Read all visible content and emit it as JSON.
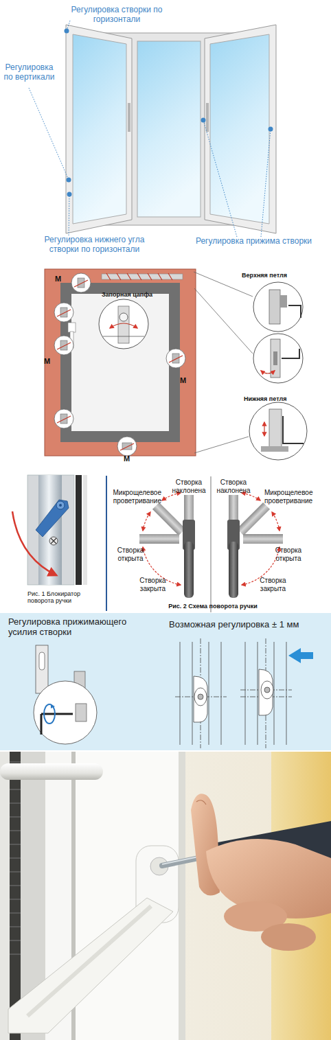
{
  "diagram": {
    "nodes": [
      {
        "text": [
          "Регулировка прижимающего усилия створки",
          "Возможная регулировка ± 1 мм"
        ]
      }
    ],
    "labels": [
      "Регулировка створки по горизонтали",
      "Регулировка по вертикали",
      "Регулировка нижнего угла створки по горизонтали",
      "Регулировка прижима створки",
      "M",
      "Верхняя петля",
      "Запорная цапфа",
      "M",
      "M",
      "Нижняя петля",
      "M",
      "Рис. 1 Блокиратор поворота ручки",
      "Створка наклонена",
      "Створка наклонена",
      "Микрощелевое проветривание",
      "Микрощелевое проветривание",
      "Створка открыта",
      "Створка открыта",
      "Створка закрыта",
      "Створка закрыта",
      "Рис. 2 Схема поворота ручки"
    ]
  }
}
